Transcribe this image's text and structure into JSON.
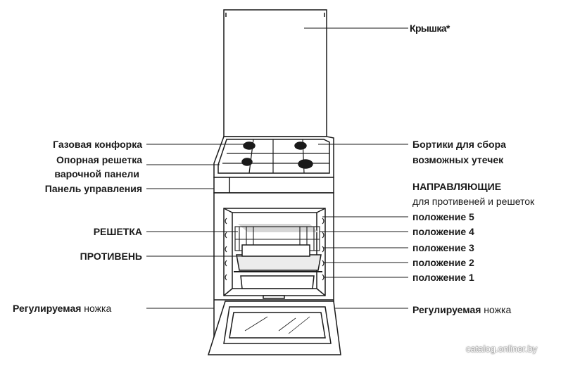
{
  "labels": {
    "lid": "Крышка*",
    "gas_burner": "Газовая конфорка",
    "grate_line1": "Опорная решетка",
    "grate_line2": "варочной панели",
    "control_panel": "Панель управления",
    "rack": "РЕШЕТКА",
    "tray": "ПРОТИВЕНЬ",
    "foot_left_bold": "Регулируемая",
    "foot_left_normal": "ножка",
    "spill_line1": "Бортики для сбора",
    "spill_line2": "возможных утечек",
    "guides_title": "НАПРАВЛЯЮЩИЕ",
    "guides_sub": "для противеней и решеток",
    "pos5": "положение 5",
    "pos4": "положение 4",
    "pos3": "положение 3",
    "pos2": "положение 2",
    "pos1": "положение 1",
    "foot_right_bold": "Регулируемая",
    "foot_right_normal": "ножка"
  },
  "watermark": "catalog.onliner.by",
  "colors": {
    "line": "#1a1a1a",
    "shade": "#d6d6d6",
    "background": "#ffffff"
  }
}
